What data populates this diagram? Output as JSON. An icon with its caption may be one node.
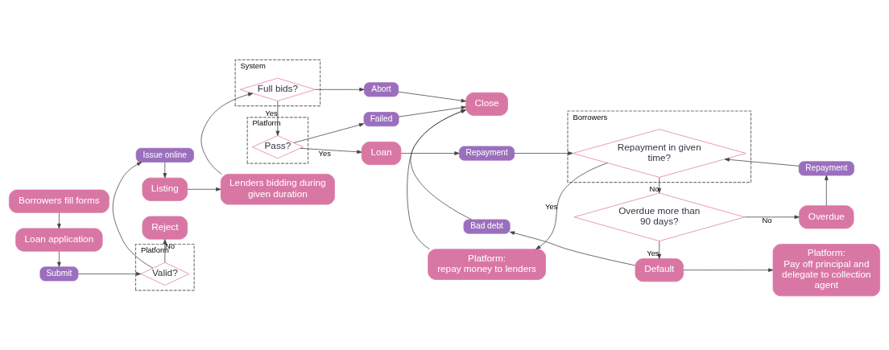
{
  "diagram": {
    "nodes": [
      {
        "text": [
          "Borrowers fill forms"
        ]
      },
      {
        "text": [
          "Loan application"
        ]
      },
      {
        "text": [
          "Submit"
        ]
      },
      {
        "text": [
          "Platform"
        ]
      },
      {
        "text": [
          "Valid?"
        ],
        "in": 3
      },
      {
        "text": [
          "Reject"
        ]
      },
      {
        "text": [
          "Issue online"
        ]
      },
      {
        "text": [
          "Listing"
        ]
      },
      {
        "text": [
          "Lenders bidding during given duration"
        ]
      },
      {
        "text": [
          "System"
        ]
      },
      {
        "text": [
          "Full bids?"
        ],
        "in": 9
      },
      {
        "text": [
          "Abort"
        ]
      },
      {
        "text": [
          "Platform"
        ]
      },
      {
        "text": [
          "Pass?"
        ],
        "in": 12
      },
      {
        "text": [
          "Failed"
        ]
      },
      {
        "text": [
          "Loan"
        ]
      },
      {
        "text": [
          "Repayment"
        ]
      },
      {
        "text": [
          "Close"
        ]
      },
      {
        "text": [
          "Bad debt"
        ]
      },
      {
        "text": [
          "Default"
        ]
      },
      {
        "text": [
          "Platform:",
          "Pay off principal and delegate to collection agent"
        ]
      },
      {
        "text": [
          "Platform:",
          "repay money to lenders"
        ]
      },
      {
        "text": [
          "Overdue more than 90 days?"
        ]
      },
      {
        "text": [
          "Overdue"
        ]
      },
      {
        "text": [
          "Repayment"
        ]
      },
      {
        "text": [
          "Borrowers"
        ]
      },
      {
        "text": [
          "Repayment in given time?"
        ],
        "in": 25
      }
    ],
    "edges": [
      {
        "from": 0,
        "to": 1,
        "arrow": "to"
      },
      {
        "from": 1,
        "to": 2,
        "arrow": "to"
      },
      {
        "from": 2,
        "to": 4,
        "arrow": "to"
      },
      {
        "from": 4,
        "to": 5,
        "arrow": "to",
        "label": "No"
      },
      {
        "from": 4,
        "to": 6,
        "arrow": "to"
      },
      {
        "from": 6,
        "to": 7,
        "arrow": "to"
      },
      {
        "from": 7,
        "to": 8,
        "arrow": "to"
      },
      {
        "from": 8,
        "to": 10,
        "arrow": "to"
      },
      {
        "from": 10,
        "to": 11,
        "arrow": "to"
      },
      {
        "from": 10,
        "to": 13,
        "arrow": "to",
        "label": "Yes"
      },
      {
        "from": 11,
        "to": 17,
        "arrow": "to"
      },
      {
        "from": 13,
        "to": 14,
        "arrow": "to"
      },
      {
        "from": 14,
        "to": 17,
        "arrow": "to"
      },
      {
        "from": 13,
        "to": 15,
        "arrow": "to",
        "label": "Yes"
      },
      {
        "from": 15,
        "to": 16,
        "arrow": "to"
      },
      {
        "from": 16,
        "to": 26,
        "arrow": "to"
      },
      {
        "from": 26,
        "to": 21,
        "arrow": "to",
        "label": "Yes"
      },
      {
        "from": 21,
        "to": 17,
        "arrow": "to"
      },
      {
        "from": 26,
        "to": 22,
        "arrow": "to",
        "label": "No"
      },
      {
        "from": 22,
        "to": 19,
        "arrow": "to",
        "label": "Yes"
      },
      {
        "from": 22,
        "to": 23,
        "arrow": "to",
        "label": "No"
      },
      {
        "from": 23,
        "to": 24,
        "arrow": "to"
      },
      {
        "from": 24,
        "to": 26,
        "arrow": "to"
      },
      {
        "from": 19,
        "to": 20,
        "arrow": "to"
      },
      {
        "from": 19,
        "to": 18,
        "arrow": "to"
      },
      {
        "from": 18,
        "to": 17,
        "arrow": "to"
      }
    ]
  }
}
